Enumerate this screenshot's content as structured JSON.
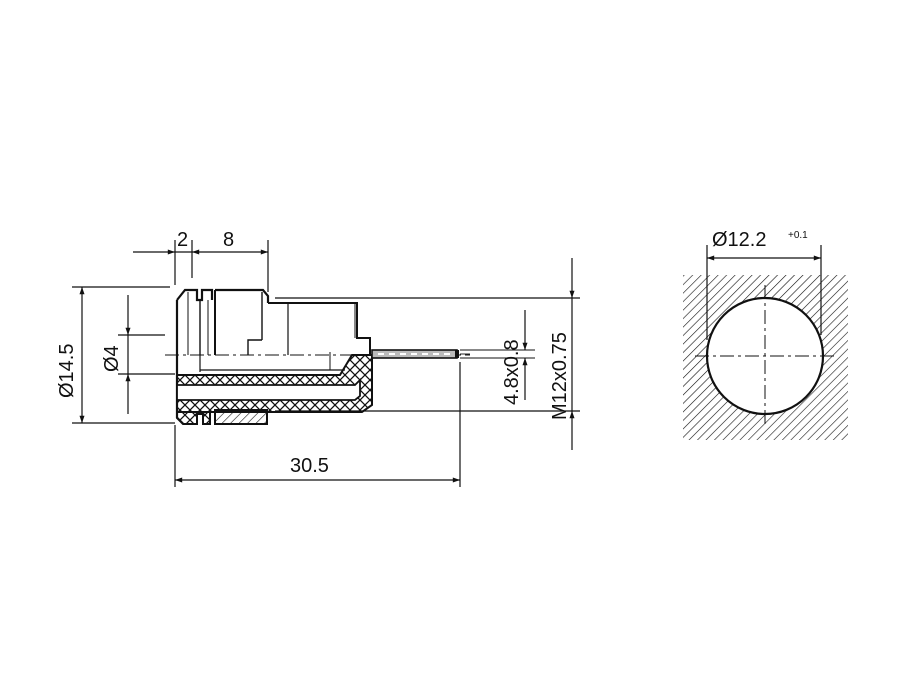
{
  "diagram": {
    "type": "technical-drawing",
    "views": [
      {
        "name": "side-section-view",
        "subject": "panel-mount socket",
        "dimensions": {
          "flange_thickness": "2",
          "thread_length": "8",
          "outer_diameter": "Ø14.5",
          "bore_diameter": "Ø4",
          "overall_length": "30.5",
          "tab_size": "4.8x0.8",
          "thread_spec": "M12x0.75"
        }
      },
      {
        "name": "panel-cutout-view",
        "subject": "mounting hole",
        "dimensions": {
          "hole_diameter": "Ø12.2",
          "tolerance": "+0.1"
        }
      }
    ],
    "colors": {
      "line": "#111111",
      "background": "#ffffff"
    }
  }
}
